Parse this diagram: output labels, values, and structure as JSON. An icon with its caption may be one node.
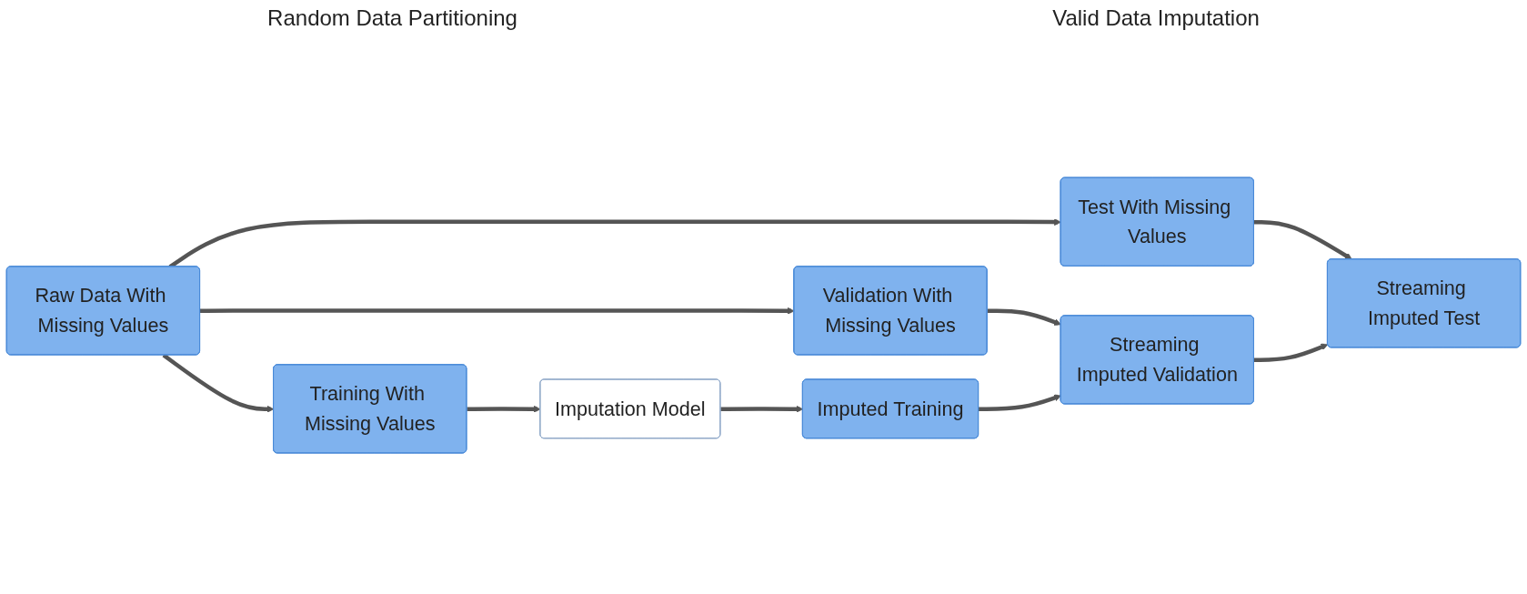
{
  "diagram": {
    "nodes": [
      {
        "text": [
          "Raw Data With Missing Values"
        ]
      },
      {
        "text": [
          "Training With Missing Values"
        ]
      },
      {
        "text": [
          "Validation With Missing Values"
        ]
      },
      {
        "text": [
          "Test With Missing Values"
        ]
      },
      {
        "text": [
          "Imputation Model"
        ]
      },
      {
        "text": [
          "Imputed Training"
        ]
      },
      {
        "text": [
          "Streaming Imputed Validation"
        ]
      },
      {
        "text": [
          "Streaming Imputed Test"
        ]
      }
    ],
    "edges": [
      {
        "from": 0,
        "to": 1,
        "arrow": "to"
      },
      {
        "from": 0,
        "to": 2,
        "arrow": "to"
      },
      {
        "from": 0,
        "to": 3,
        "arrow": "to"
      },
      {
        "from": 1,
        "to": 4,
        "arrow": "to"
      },
      {
        "from": 4,
        "to": 5,
        "arrow": "to"
      },
      {
        "from": 2,
        "to": 6,
        "arrow": "to"
      },
      {
        "from": 3,
        "to": 7,
        "arrow": "to"
      },
      {
        "from": 5,
        "to": 6,
        "arrow": "to"
      },
      {
        "from": 6,
        "to": 7,
        "arrow": "to"
      }
    ],
    "labels": [
      "Random Data Partitioning",
      "Valid Data Imputation"
    ]
  }
}
